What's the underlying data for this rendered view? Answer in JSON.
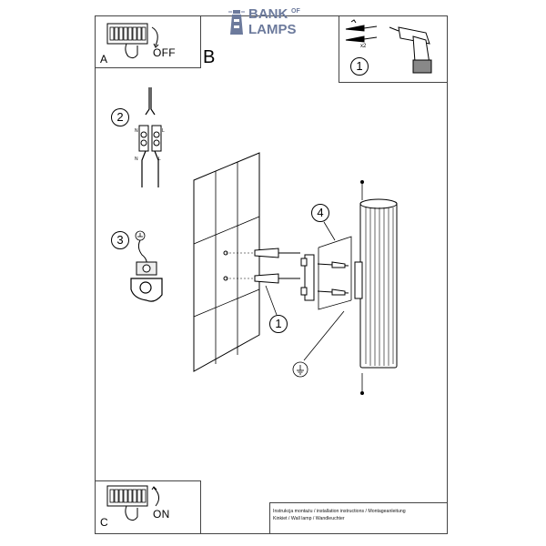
{
  "logo": {
    "line1": "BANK",
    "of": "OF",
    "line2": "LAMPS",
    "color": "#6c7a9c"
  },
  "panel_a": {
    "letter": "A",
    "word": "OFF"
  },
  "panel_b": {
    "letter": "B"
  },
  "panel_c": {
    "letter": "C",
    "word": "ON"
  },
  "tools": {
    "step": "1",
    "count": "x2"
  },
  "steps": {
    "s2": "2",
    "s3": "3",
    "s1b": "1",
    "s4": "4"
  },
  "terminal": {
    "n_top": "N",
    "l_top": "L",
    "n_bottom": "N",
    "l_bottom": "L"
  },
  "footer": {
    "line1": "Instrukcja montażu / installation instructions / Montageanleitung",
    "line2": "Kinkiet / Wall lamp / Wandleuchter"
  }
}
